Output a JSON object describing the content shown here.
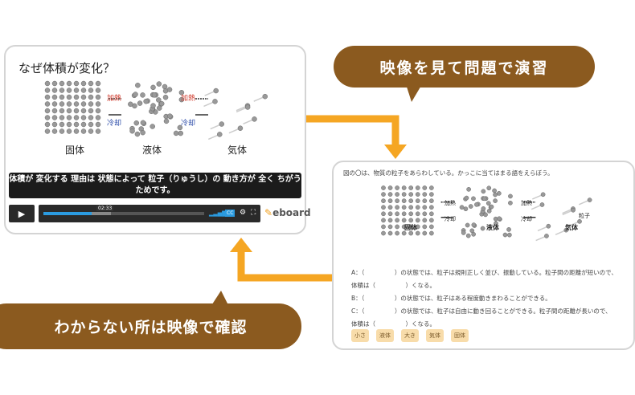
{
  "video": {
    "title": "なぜ体積が変化？",
    "states": {
      "solid": "固体",
      "liquid": "液体",
      "gas": "気体"
    },
    "heat": "加熱",
    "cool": "冷却",
    "subtitle": "体積が 変化する 理由は 状態によって 粒子（りゅうし）の 動き方が 全く ちがうためです。",
    "time": "02:33",
    "progress_percent": 30,
    "logo": "eboard",
    "colors": {
      "heat": "#d0392b",
      "cool": "#2a4aa8",
      "progress": "#2b9be0"
    }
  },
  "exercise": {
    "question": "図の〇は、物質の粒子をあらわしている。かっこに当てはまる語をえらぼう。",
    "particle_label": "粒子",
    "lines": [
      "A：（　　　　　）の状態では、粒子は規則正しく並び、振動している。粒子間の距離が短いので、",
      "体積は（　　　　　）くなる。",
      "B：（　　　　　）の状態では、粒子はある程度動きまわることができる。",
      "C：（　　　　　）の状態では、粒子は自由に動き回ることができる。粒子間の距離が長いので、",
      "体積は（　　　　　）くなる。"
    ],
    "choices": [
      "小さ",
      "液体",
      "大き",
      "気体",
      "固体"
    ]
  },
  "bubbles": {
    "top": "映像を見て問題で演習",
    "bottom": "わからない所は映像で確認",
    "color": "#8b5a1f"
  },
  "arrow_color": "#f5a623"
}
